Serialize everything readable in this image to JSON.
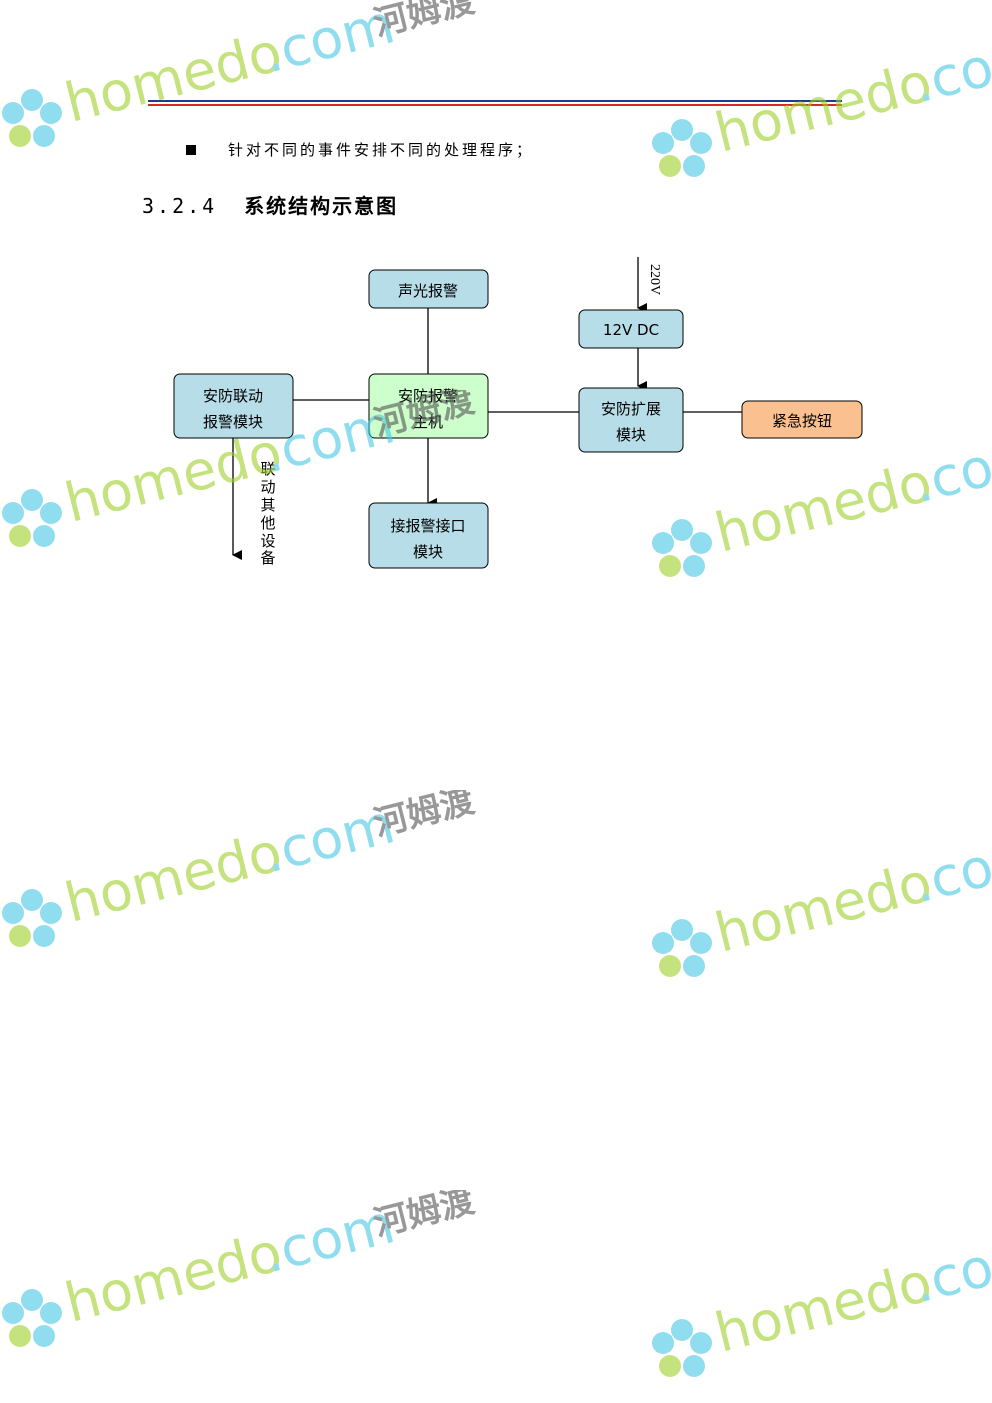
{
  "bullet_text": "针对不同的事件安排不同的处理程序；",
  "heading": {
    "number": "3.2.4",
    "title": "系统结构示意图"
  },
  "diagram": {
    "nodes": {
      "sound_light_alarm": [
        "声光报警"
      ],
      "linkage_module": [
        "安防联动",
        "报警模块"
      ],
      "host": [
        "安防报警",
        "主机"
      ],
      "receive_module": [
        "接报警接口",
        "模块"
      ],
      "power_12v": [
        "12V DC"
      ],
      "expansion_module": [
        "安防扩展",
        "模块"
      ],
      "emergency_button": [
        "紧急按钮"
      ]
    },
    "labels": {
      "voltage_220": "220V",
      "linkage_other": [
        "联",
        "动",
        "其",
        "他",
        "设",
        "备"
      ]
    },
    "colors": {
      "box_fill": "#b7dde8",
      "host_fill": "#ccffcc",
      "button_fill": "#fac090",
      "stroke": "#000000"
    }
  },
  "watermark": {
    "brand": "homedo",
    "domain": ".com",
    "cn": "河姆渡"
  }
}
